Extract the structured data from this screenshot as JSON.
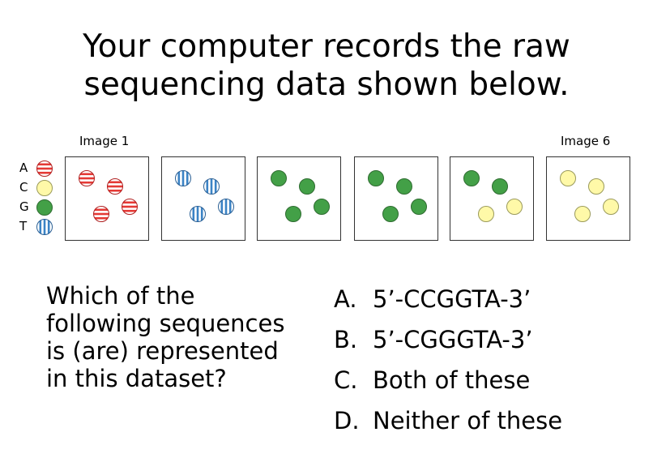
{
  "title": {
    "line1": "Your computer records the raw",
    "line2": "sequencing data shown below."
  },
  "image_labels": {
    "first": "Image 1",
    "last": "Image 6"
  },
  "legend": [
    {
      "base": "A",
      "pattern": "red-horizontal-stripes"
    },
    {
      "base": "C",
      "pattern": "yellow-solid"
    },
    {
      "base": "G",
      "pattern": "green-solid"
    },
    {
      "base": "T",
      "pattern": "blue-vertical-stripes"
    }
  ],
  "colors": {
    "A": "#e53935",
    "C": "#fff9a8",
    "G": "#43a047",
    "T": "#3b83c5",
    "C_stroke": "#9a9a5a",
    "G_stroke": "#2e6b30",
    "A_stroke": "#b02020",
    "T_stroke": "#2a5f94"
  },
  "panels": [
    {
      "image": 1,
      "dots": [
        "A",
        "A",
        "A",
        "A"
      ]
    },
    {
      "image": 2,
      "dots": [
        "T",
        "T",
        "T",
        "T"
      ]
    },
    {
      "image": 3,
      "dots": [
        "G",
        "G",
        "G",
        "G"
      ]
    },
    {
      "image": 4,
      "dots": [
        "G",
        "G",
        "G",
        "G"
      ]
    },
    {
      "image": 5,
      "dots": [
        "G",
        "G",
        "C",
        "C"
      ]
    },
    {
      "image": 6,
      "dots": [
        "C",
        "C",
        "C",
        "C"
      ]
    }
  ],
  "question": {
    "line1": "Which of the",
    "line2": "following sequences",
    "line3": "is (are) represented",
    "line4": "in this dataset?"
  },
  "answers": [
    {
      "letter": "A.",
      "text": "5’-CCGGTA-3’"
    },
    {
      "letter": "B.",
      "text": "5’-CGGGTA-3’"
    },
    {
      "letter": "C.",
      "text": "Both of these"
    },
    {
      "letter": "D.",
      "text": "Neither of these"
    }
  ]
}
